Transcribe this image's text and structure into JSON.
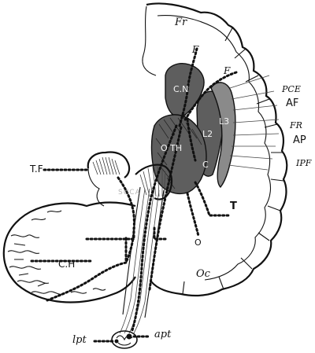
{
  "labels": {
    "fr": "Fr",
    "f_upper": "F",
    "f_right": "F",
    "cn": "C.N",
    "l2": "L2",
    "l3": "L3",
    "o_th": "O TH",
    "c": "C",
    "t": "T",
    "o": "O",
    "oc": "Oc",
    "ch": "C.H",
    "tf": "T.F",
    "pce": "PCE",
    "af": "AF",
    "fr_right": "FR",
    "ap": "AP",
    "ipf": "IPF",
    "lpt": "lpt",
    "apt": "apt",
    "star": "*"
  },
  "watermark": "SUCA",
  "colors": {
    "ink": "#111111",
    "nucleus": "#5e5e5e",
    "paper": "#ffffff"
  }
}
